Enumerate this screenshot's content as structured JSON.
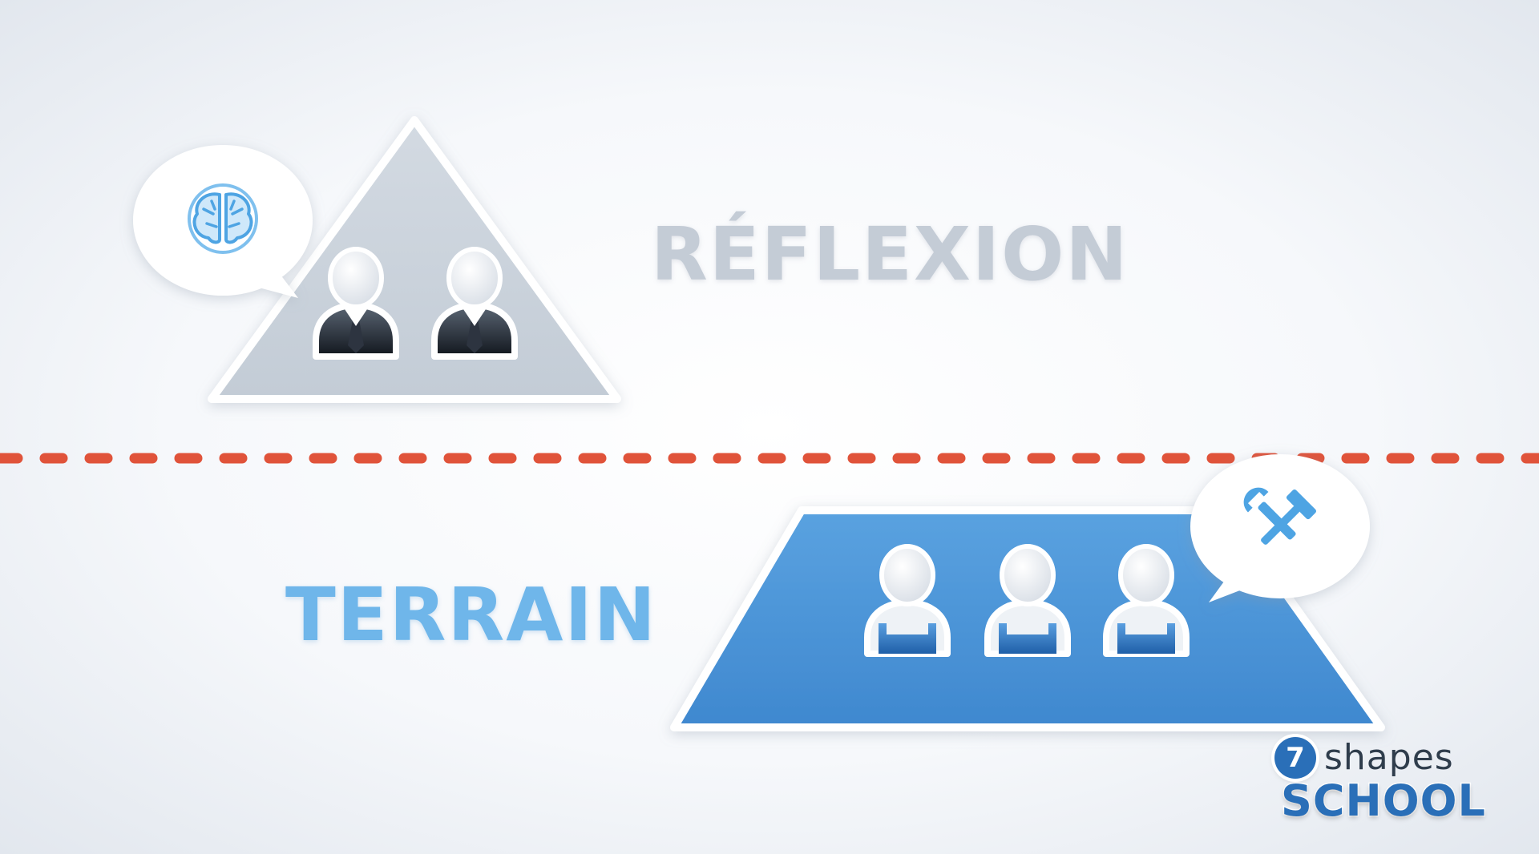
{
  "labels": {
    "reflexion": "RÉFLEXION",
    "terrain": "TERRAIN"
  },
  "logo": {
    "badge": "7",
    "top": "shapes",
    "bottom": "SCHOOL"
  },
  "icons": {
    "thinking_bubble": "brain-icon",
    "working_bubble": "tools-icon",
    "manager_figure": "manager-icon",
    "worker_figure": "worker-icon"
  },
  "colors": {
    "reflexion_shape": "#c9d1da",
    "reflexion_text": "#c4ccd6",
    "terrain_shape": "#4a95d6",
    "terrain_text": "#6fb6ea",
    "divider": "#e0533a",
    "brand_blue": "#2a6fb8"
  }
}
